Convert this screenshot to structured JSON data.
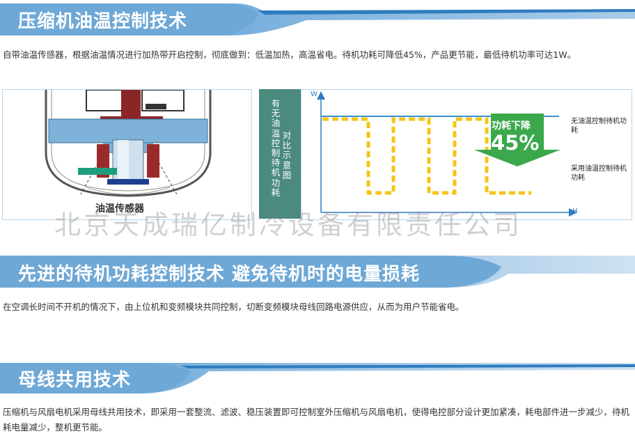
{
  "section1": {
    "title": "压缩机油温控制技术",
    "body": "自带油温传感器，根据油温情况进行加热带开启控制，彻底做到：低温加热，高温省电。待机功耗可降低45%，产品更节能，最低待机功率可达1W。",
    "diagram_label": "油温传感器",
    "chart": {
      "side_label_col1": "有无油温控制待机功耗",
      "side_label_col2": "对比示意图",
      "y_axis": "W",
      "x_axis": "H",
      "badge_text": "功耗下降",
      "badge_value": "45%",
      "legend_upper": "无油温控制待机功耗",
      "legend_lower": "采用油温控制待机功耗",
      "colors": {
        "upper_line": "#3a8fd0",
        "lower_line": "#f5c518",
        "arrow": "#3aa84b"
      }
    }
  },
  "watermark": "北京天成瑞亿制冷设备有限责任公司",
  "section2": {
    "title": "先进的待机功耗控制技术  避免待机时的电量损耗",
    "body": "在空调长时间不开机的情况下，由上位机和变频模块共同控制，切断变频模块母线回路电源供应，从而为用户节能省电。"
  },
  "section3": {
    "title": "母线共用技术",
    "body": "压缩机与风扇电机采用母线共用技术，即采用一套整流、滤波、稳压装置即可控制室外压缩机与风扇电机，使得电控部分设计更加紧凑，耗电部件进一步减少，待机耗电量减少，整机更节能。"
  },
  "colors": {
    "banner_dark": "#6ea8d6",
    "banner_light": "#a9cbe8",
    "panel_border": "#b9d3e6"
  }
}
